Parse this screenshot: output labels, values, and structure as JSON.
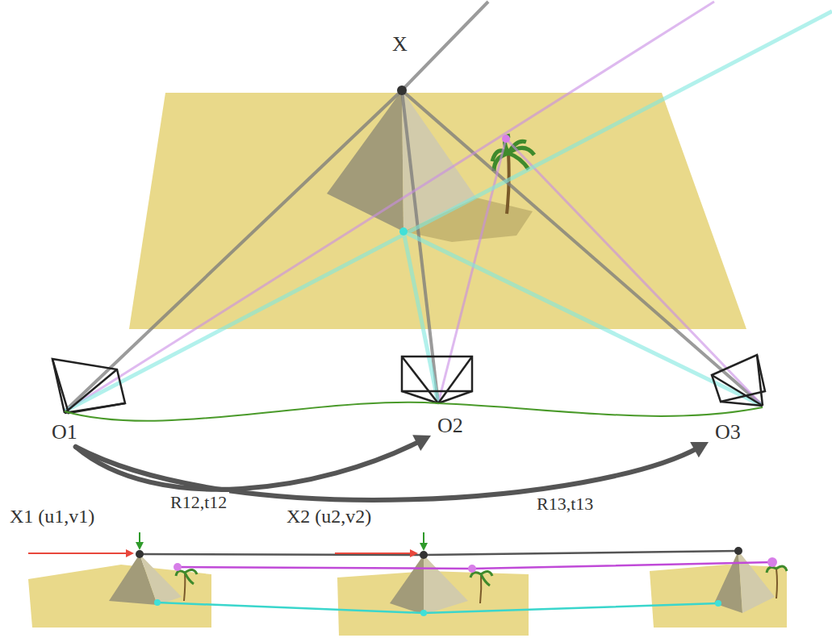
{
  "diagram": {
    "nodes": [
      {
        "text": [
          "O1"
        ]
      },
      {
        "text": [
          "O2"
        ]
      },
      {
        "text": [
          "O3"
        ]
      }
    ],
    "edges": [
      {
        "from": 0,
        "to": 1,
        "arrow": "to",
        "label": "R12,t12"
      },
      {
        "from": 0,
        "to": 2,
        "arrow": "to",
        "label": "R13,t13"
      }
    ],
    "labels": [
      "X",
      "X1 (u1,v1)",
      "X2 (u2,v2)"
    ]
  }
}
